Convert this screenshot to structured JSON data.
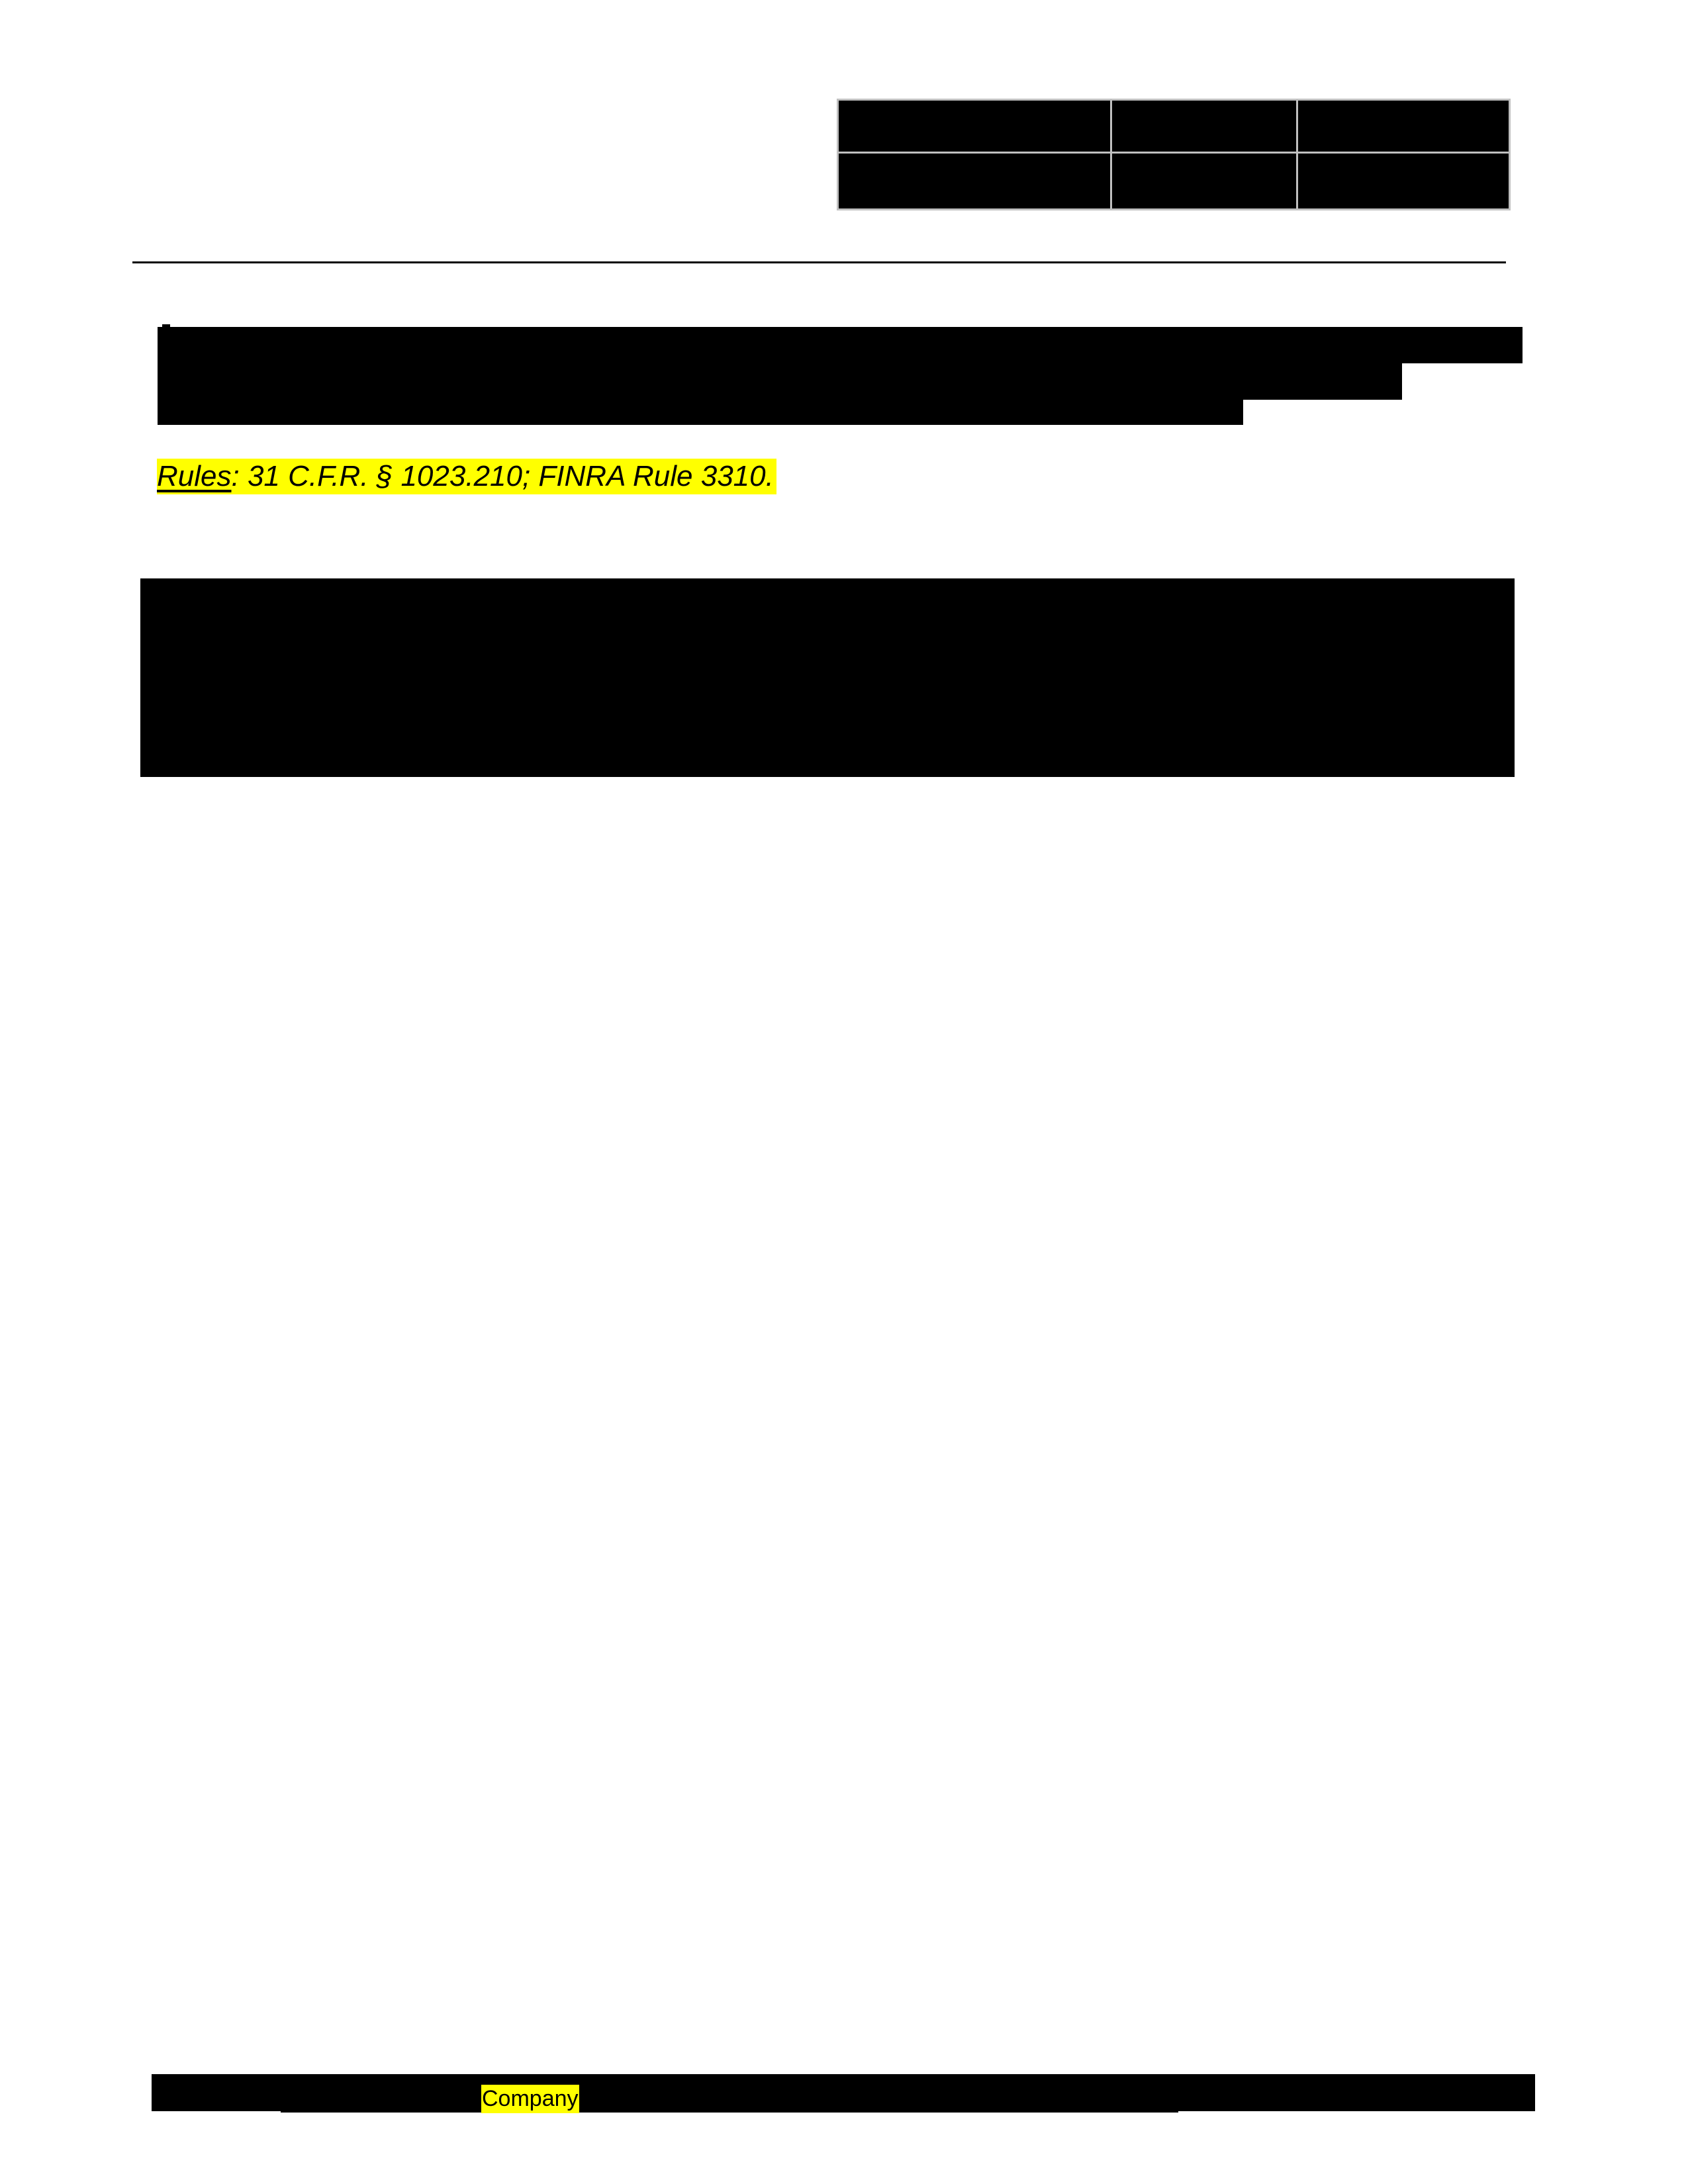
{
  "document": {
    "header_table": {
      "rows": 2,
      "columns": 3,
      "cells": [
        [
          "[redacted]",
          "[redacted]",
          "[redacted]"
        ],
        [
          "[redacted]",
          "[redacted]",
          "[redacted]"
        ]
      ],
      "border_color": "#c0c0c0",
      "redaction_color": "#000000"
    },
    "section_heading": {
      "text": "[redacted]",
      "lines": 3
    },
    "rules": {
      "label": "Rules",
      "text": ": 31 C.F.R. § 1023.210; FINRA Rule 3310.",
      "highlight_color": "#ffff00"
    },
    "body_block": {
      "text": "[redacted]"
    },
    "footer": {
      "company_label": "Company",
      "highlight_color": "#ffff00",
      "text": "[redacted]"
    }
  }
}
